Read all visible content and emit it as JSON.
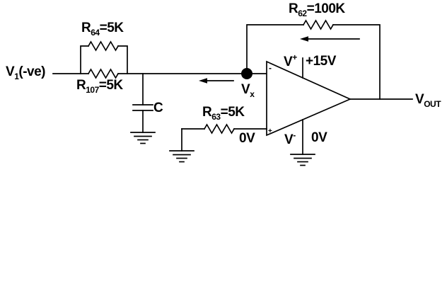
{
  "circuit": {
    "background_color": "#ffffff",
    "line_color": "#000000",
    "labels": {
      "v1": {
        "base": "V",
        "sub": "1",
        "rest": "(-ve)"
      },
      "r64": {
        "base": "R",
        "sub": "64",
        "rest": "=5K"
      },
      "r107": {
        "base": "R",
        "sub": "107",
        "rest": "=5K"
      },
      "r62": {
        "base": "R",
        "sub": "62",
        "rest": "=100K"
      },
      "r63": {
        "base": "R",
        "sub": "63",
        "rest": "=5K"
      },
      "capacitor": "C",
      "vx": {
        "base": "V",
        "sub": "x"
      },
      "v_plus": {
        "base": "V",
        "sup": "+"
      },
      "v_minus": {
        "base": "V",
        "sup": "-"
      },
      "pos_supply": "+15V",
      "neg_supply": "0V",
      "noninv_input_voltage": "0V",
      "vout": {
        "base": "V",
        "sub": "OUT"
      },
      "inverting_marker": "-",
      "noninverting_marker": "+"
    }
  }
}
